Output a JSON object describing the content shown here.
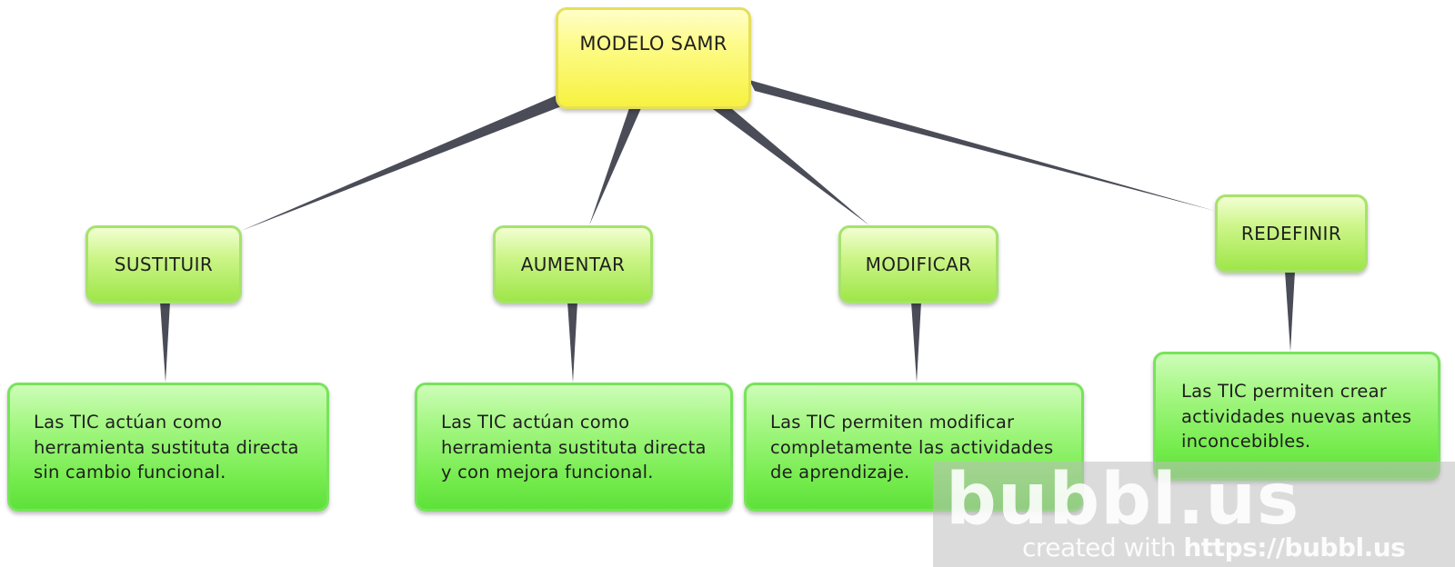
{
  "diagram": {
    "root": {
      "label": "MODELO SAMR",
      "color": "#f7f240"
    },
    "levels": [
      {
        "id": "sustituir",
        "label": "SUSTITUIR",
        "description": "Las TIC actúan como\nherramienta sustituta directa\nsin cambio funcional."
      },
      {
        "id": "aumentar",
        "label": "AUMENTAR",
        "description": "Las TIC actúan como\nherramienta sustituta directa\ny con mejora funcional."
      },
      {
        "id": "modificar",
        "label": "MODIFICAR",
        "description": "Las TIC permiten modificar\ncompletamente las actividades\nde aprendizaje."
      },
      {
        "id": "redefinir",
        "label": "REDEFINIR",
        "description": "Las TIC permiten crear\nactividades nuevas antes\ninconcebibles."
      }
    ],
    "colors": {
      "level": "#9fe649",
      "description": "#5ee13a",
      "connector": "#4a4d57"
    }
  },
  "watermark": {
    "logo": "bubbl.us",
    "credit_prefix": "created with ",
    "credit_url": "https://bubbl.us"
  }
}
